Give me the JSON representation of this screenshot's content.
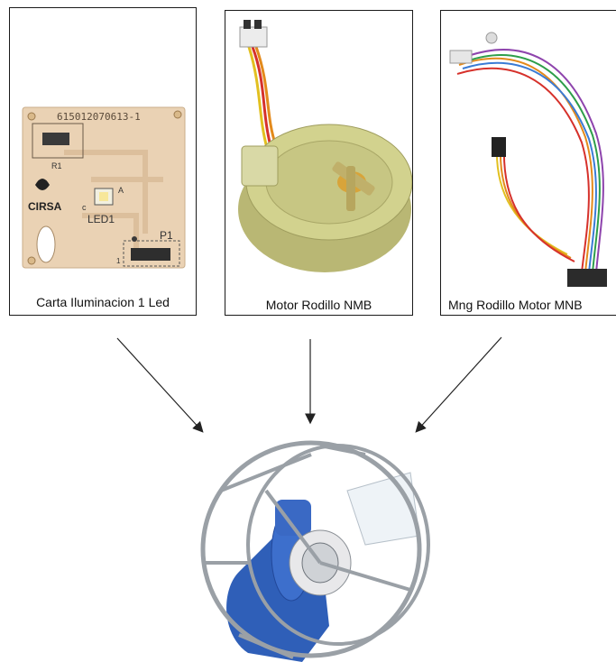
{
  "panels": [
    {
      "caption": "Carta Iluminacion 1 Led",
      "pcb": {
        "serial": "615012070613-1",
        "r1": "R1",
        "brand": "CIRSA",
        "led": "LED1",
        "a": "A",
        "c": "c",
        "p1": "P1",
        "pin1": "1"
      }
    },
    {
      "caption": "Motor Rodillo NMB"
    },
    {
      "caption": "Mng Rodillo Motor MNB"
    }
  ],
  "colors": {
    "pcb": "#ead2b4",
    "pcb_trace": "#dcbf9c",
    "motor": "#cfcf8a",
    "reel_blue": "#2f5fb8",
    "frame": "#9aa0a6"
  }
}
